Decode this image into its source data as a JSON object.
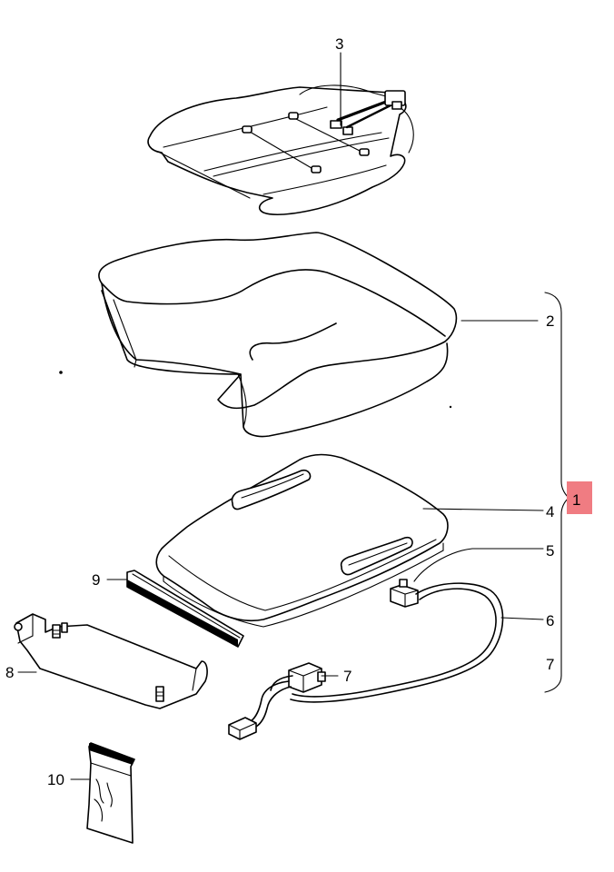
{
  "callouts": {
    "part_1": "1",
    "part_2": "2",
    "part_3": "3",
    "part_4": "4",
    "part_5": "5",
    "part_6": "6",
    "part_7_cable": "7",
    "part_7_bracket": "7",
    "part_8": "8",
    "part_9": "9",
    "part_10": "10"
  },
  "colors": {
    "line": "#000000",
    "background": "#ffffff",
    "highlight": "#f07c82"
  }
}
